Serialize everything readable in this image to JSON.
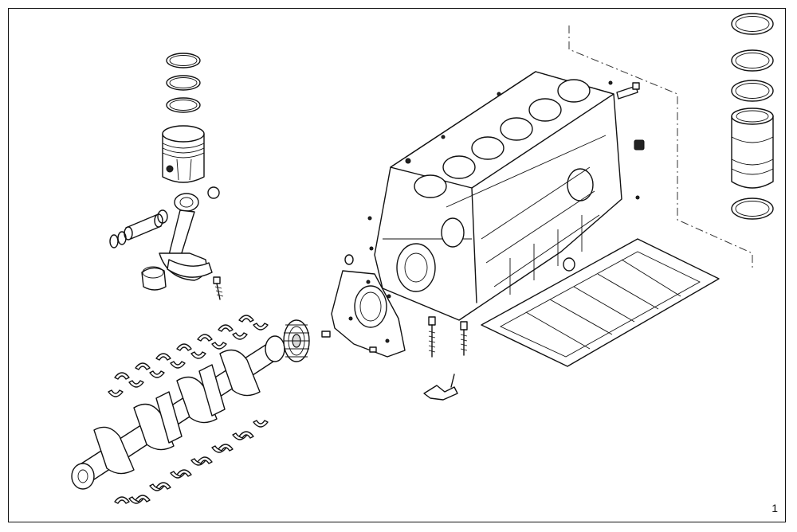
{
  "page": {
    "number": "1"
  },
  "colors": {
    "line": "#111111",
    "background": "#ffffff",
    "shade": "#d8d8d8"
  },
  "parts": [
    "piston-ring",
    "piston",
    "piston-pin",
    "circlip",
    "connecting-rod",
    "rod-bearing",
    "rod-bolt",
    "crankshaft",
    "main-bearing-shell",
    "timing-gear",
    "rear-seal-carrier",
    "cylinder-block",
    "cylinder-liner",
    "liner-seal-ring",
    "oil-pan-gasket",
    "block-bolt",
    "oil-jet"
  ]
}
